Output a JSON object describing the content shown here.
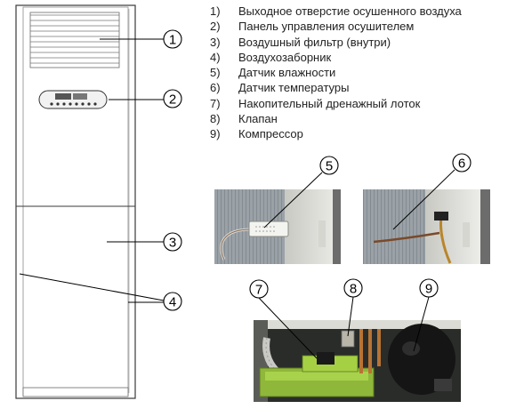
{
  "legend": [
    {
      "num": "1)",
      "text": "Выходное отверстие осушенного воздуха"
    },
    {
      "num": "2)",
      "text": "Панель управления осушителем"
    },
    {
      "num": "3)",
      "text": "Воздушный фильтр (внутри)"
    },
    {
      "num": "4)",
      "text": "Воздухозаборник"
    },
    {
      "num": "5)",
      "text": "Датчик влажности"
    },
    {
      "num": "6)",
      "text": "Датчик температуры"
    },
    {
      "num": "7)",
      "text": "Накопительный дренажный лоток"
    },
    {
      "num": "8)",
      "text": "Клапан"
    },
    {
      "num": "9)",
      "text": "Компрессор"
    }
  ],
  "callouts": {
    "c1": "1",
    "c2": "2",
    "c3": "3",
    "c4": "4",
    "c5": "5",
    "c6": "6",
    "c7": "7",
    "c8": "8",
    "c9": "9"
  },
  "colors": {
    "unit_outline": "#3a3a3a",
    "coil_gray": "#8e969c",
    "drain_tray_green": "#9bc23a",
    "compressor_dark": "#1c1c1c",
    "copper": "#b87333"
  }
}
